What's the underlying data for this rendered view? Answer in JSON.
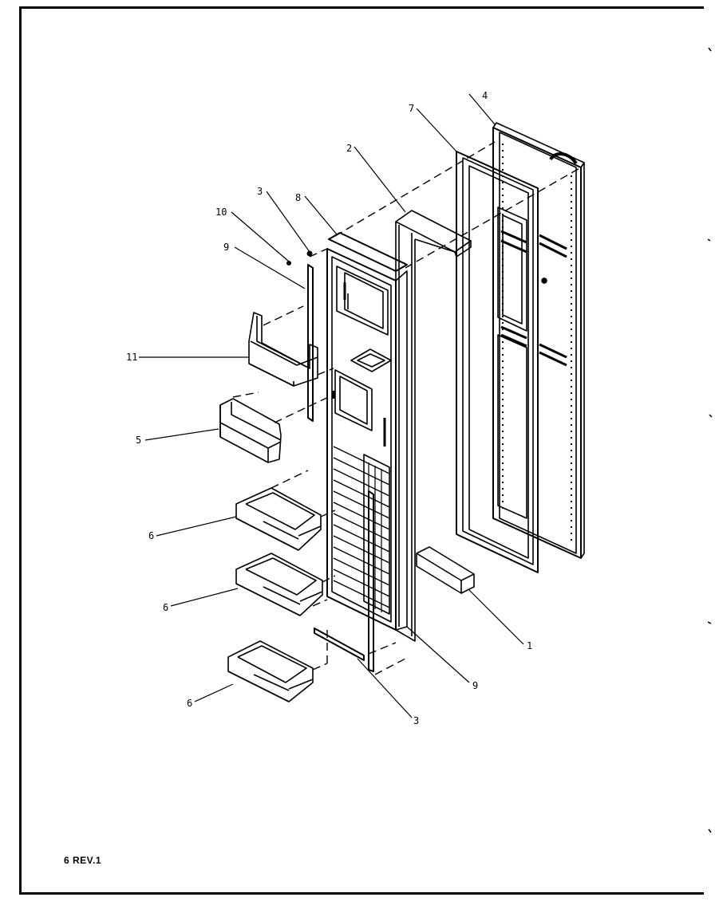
{
  "callouts": {
    "c1": "1",
    "c2": "2",
    "c3_top": "3",
    "c3_bottom": "3",
    "c4": "4",
    "c5": "5",
    "c6_a": "6",
    "c6_b": "6",
    "c6_c": "6",
    "c7": "7",
    "c8": "8",
    "c9_top": "9",
    "c9_bottom": "9",
    "c10": "10",
    "c11": "11"
  },
  "footer": {
    "revision": "6 REV.1"
  },
  "colors": {
    "ink": "#000000",
    "paper": "#ffffff"
  }
}
